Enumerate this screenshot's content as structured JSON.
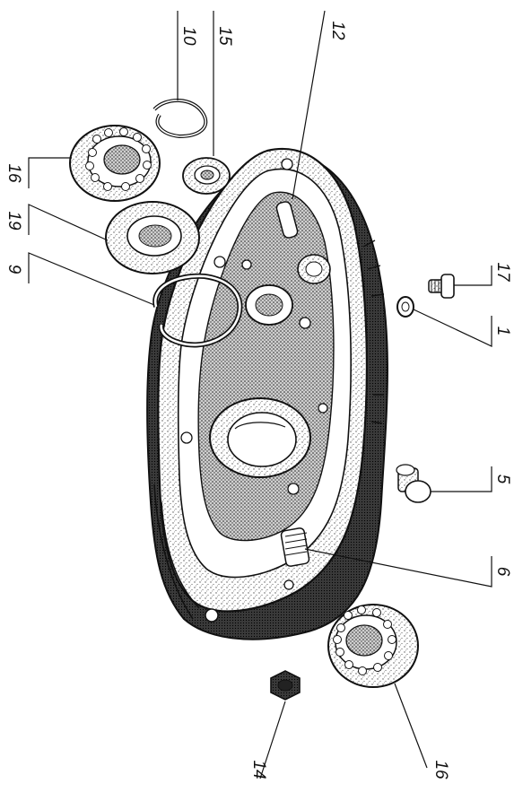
{
  "diagram": {
    "callouts": [
      {
        "id": "c10",
        "label": "10"
      },
      {
        "id": "c15",
        "label": "15"
      },
      {
        "id": "c12",
        "label": "12"
      },
      {
        "id": "c16a",
        "label": "16"
      },
      {
        "id": "c19",
        "label": "19"
      },
      {
        "id": "c9",
        "label": "9"
      },
      {
        "id": "c17",
        "label": "17"
      },
      {
        "id": "c1",
        "label": "1"
      },
      {
        "id": "c5",
        "label": "5"
      },
      {
        "id": "c6",
        "label": "6"
      },
      {
        "id": "c14",
        "label": "14"
      },
      {
        "id": "c16b",
        "label": "16"
      }
    ],
    "colors": {
      "ink": "#111111",
      "stipple": "#555555",
      "paper": "#ffffff"
    }
  }
}
